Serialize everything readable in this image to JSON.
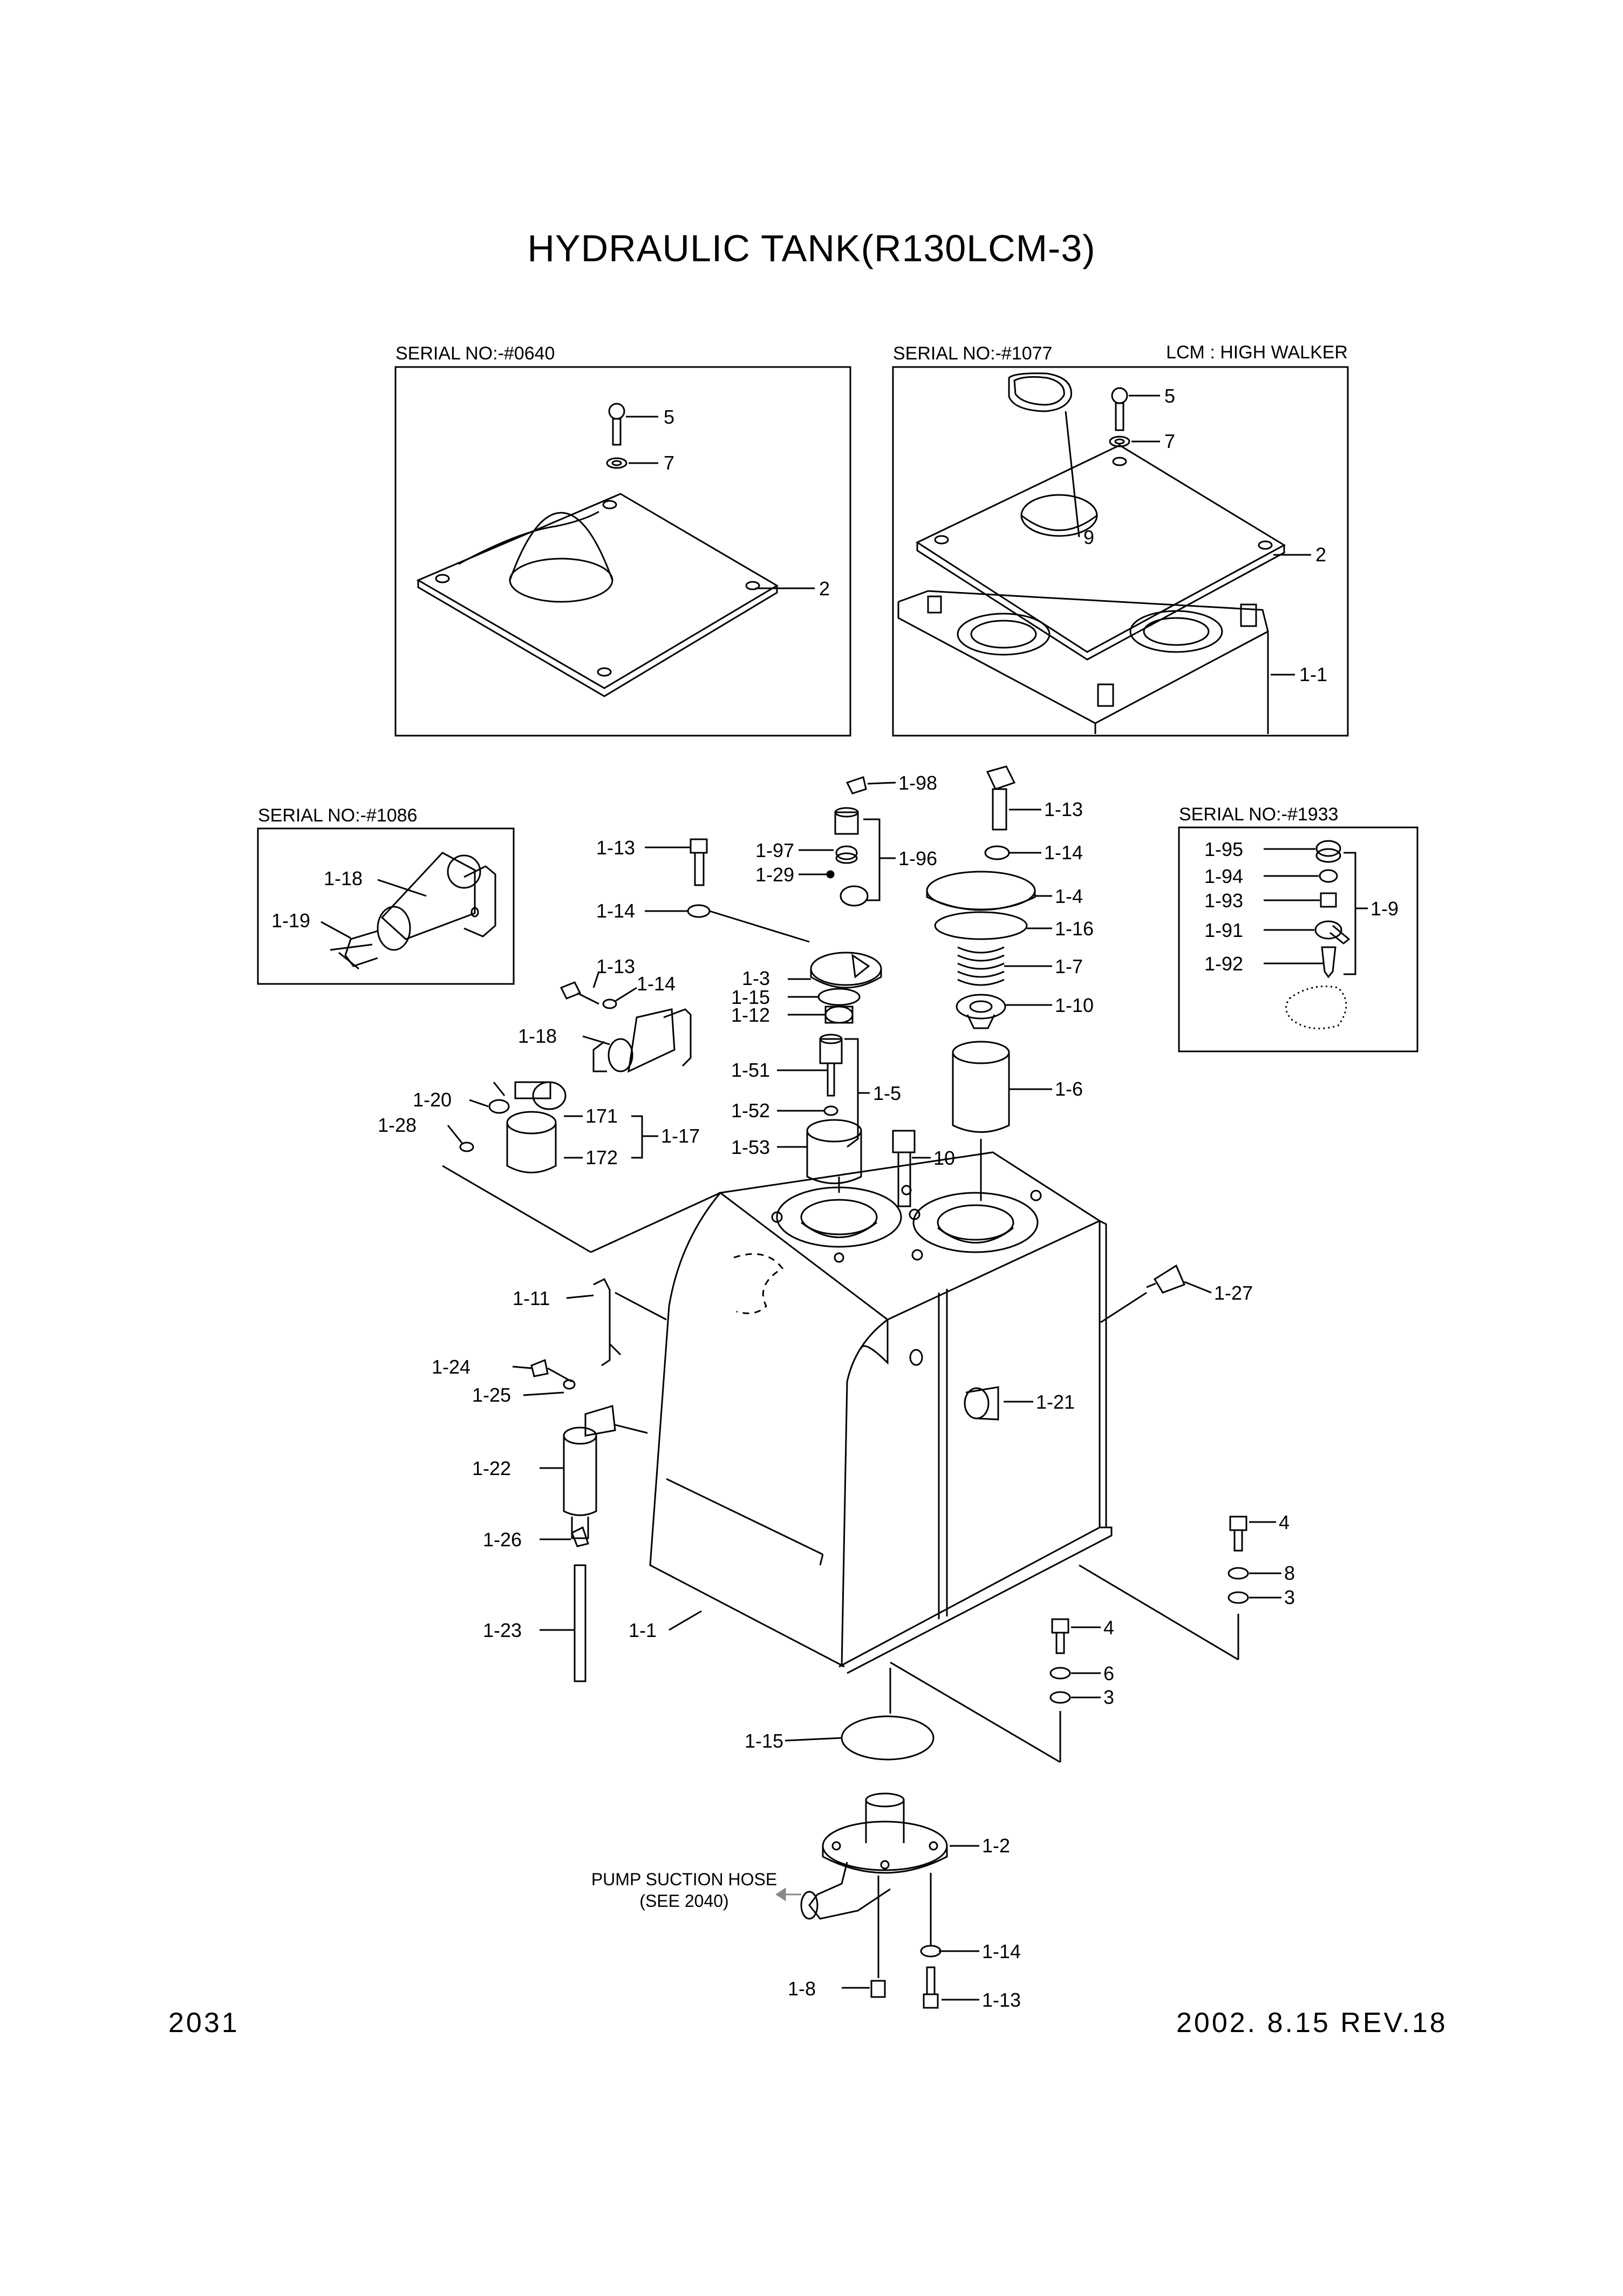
{
  "title": "HYDRAULIC TANK(R130LCM-3)",
  "page_number": "2031",
  "revision": "2002. 8.15  REV.18",
  "insets": {
    "top_left": {
      "serial": "SERIAL NO:-#0640",
      "callouts": [
        "5",
        "7",
        "2"
      ]
    },
    "top_right": {
      "serial": "SERIAL NO:-#1077",
      "note": "LCM : HIGH WALKER",
      "callouts": [
        "5",
        "7",
        "9",
        "2",
        "1-1"
      ]
    },
    "mid_left": {
      "serial": "SERIAL NO:-#1086",
      "callouts": [
        "1-18",
        "1-19"
      ]
    },
    "mid_right": {
      "serial": "SERIAL NO:-#1933",
      "callouts": [
        "1-95",
        "1-94",
        "1-93",
        "1-91",
        "1-92",
        "1-9"
      ]
    }
  },
  "callouts": {
    "c_1_98": "1-98",
    "c_1_13a": "1-13",
    "c_1_13b": "1-13",
    "c_1_13c": "1-13",
    "c_1_13d": "1-13",
    "c_1_97": "1-97",
    "c_1_96": "1-96",
    "c_1_14a": "1-14",
    "c_1_14b": "1-14",
    "c_1_14c": "1-14",
    "c_1_14d": "1-14",
    "c_1_29": "1-29",
    "c_1_4": "1-4",
    "c_1_16": "1-16",
    "c_1_7": "1-7",
    "c_1_10": "1-10",
    "c_1_3": "1-3",
    "c_1_15a": "1-15",
    "c_1_15b": "1-15",
    "c_1_12": "1-12",
    "c_1_18": "1-18",
    "c_1_51": "1-51",
    "c_1_6": "1-6",
    "c_1_5": "1-5",
    "c_1_52": "1-52",
    "c_1_53": "1-53",
    "c_1_20": "1-20",
    "c_1_28": "1-28",
    "c_171": "171",
    "c_172": "172",
    "c_1_17": "1-17",
    "c_10": "10",
    "c_1_11": "1-11",
    "c_1_27": "1-27",
    "c_1_24": "1-24",
    "c_1_25": "1-25",
    "c_1_21": "1-21",
    "c_1_22": "1-22",
    "c_1_26": "1-26",
    "c_1_23": "1-23",
    "c_1_1": "1-1",
    "c_4a": "4",
    "c_8": "8",
    "c_3a": "3",
    "c_4b": "4",
    "c_6": "6",
    "c_3b": "3",
    "c_1_2": "1-2",
    "c_1_8": "1-8"
  },
  "pump_note": {
    "line1": "PUMP SUCTION HOSE",
    "line2": "(SEE 2040)"
  }
}
